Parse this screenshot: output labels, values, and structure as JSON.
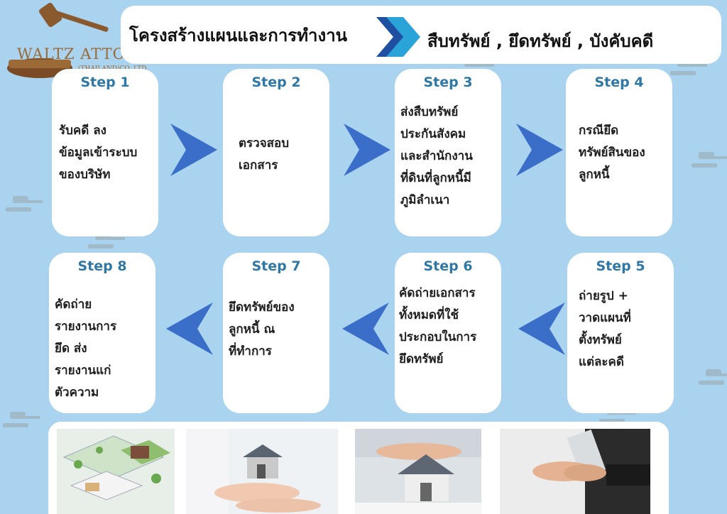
{
  "logo": {
    "name": "WALTZ  ATTORNEY",
    "sub": "(THAILAND)CO.,LTD"
  },
  "header": {
    "title": "โครงสร้างแผนและการทำงาน",
    "subtitle": "สืบทรัพย์ , ยึดทรัพย์ , บังคับคดี"
  },
  "steps": [
    {
      "label": "Step 1",
      "text": "รับคดี ลง\nข้อมูลเข้าระบบ\nของบริษัท"
    },
    {
      "label": "Step 2",
      "text": "ตรวจสอบ\nเอกสาร"
    },
    {
      "label": "Step 3",
      "text": "ส่งสืบทรัพย์\nประกันสังคม\nและสำนักงาน\nที่ดินที่ลูกหนี้มี\nภูมิลำเนา"
    },
    {
      "label": "Step 4",
      "text": "กรณียึด\nทรัพย์สินของ\nลูกหนี้"
    },
    {
      "label": "Step 5",
      "text": "ถ่ายรูป +\nวาดแผนที่\nตั้งทรัพย์\nแต่ละคดี"
    },
    {
      "label": "Step 6",
      "text": "คัดถ่ายเอกสาร\nทั้งหมดที่ใช้\nประกอบในการ\nยึดทรัพย์"
    },
    {
      "label": "Step 7",
      "text": "ยึดทรัพย์ของ\nลูกหนี้ ณ\nที่ทำการ"
    },
    {
      "label": "Step 8",
      "text": "คัดถ่าย\nรายงานการ\nยึด ส่ง\nรายงานแก่\nตัวความ"
    }
  ],
  "colors": {
    "background": "#a9d3ee",
    "step_label": "#2f78a5",
    "arrow": "#3b6ec9"
  },
  "icons": [
    "gavel-icon",
    "chevron-right-icon",
    "chevron-left-icon"
  ],
  "photos": [
    "site-plan-photo",
    "house-model-hands-photo",
    "house-model-handshake-photo",
    "handshake-photo"
  ]
}
